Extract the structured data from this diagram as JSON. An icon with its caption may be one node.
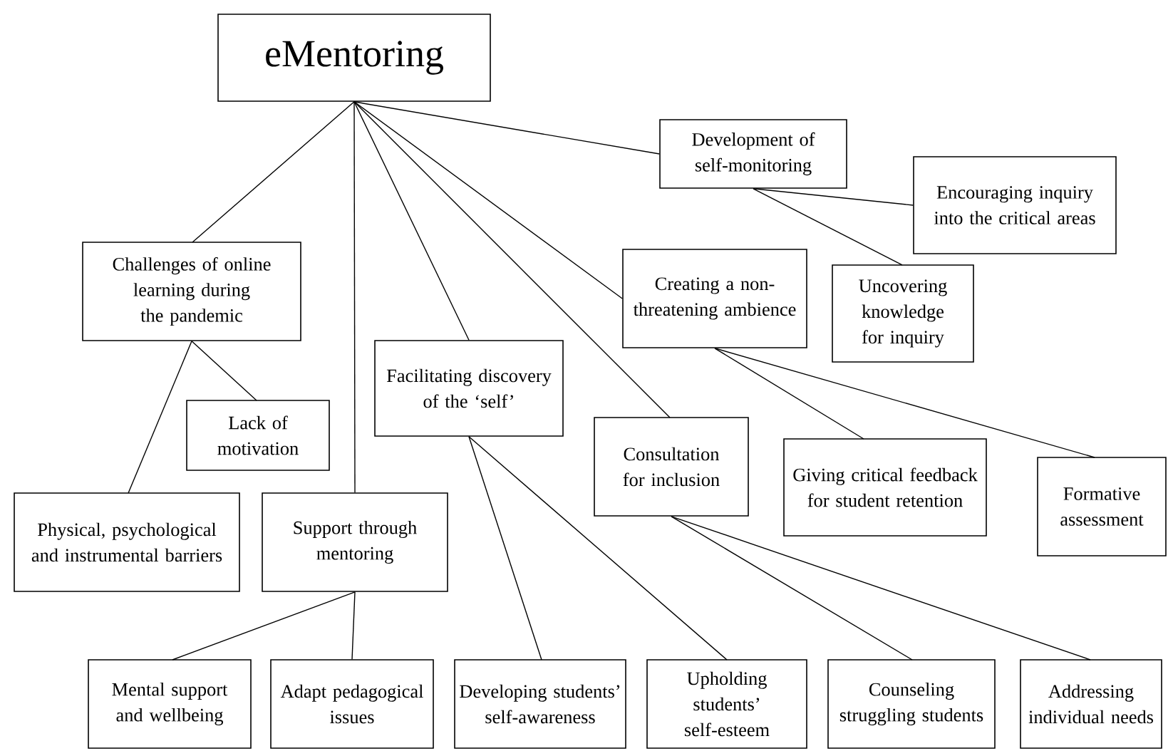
{
  "diagram": {
    "nodes": [
      {
        "text": [
          "eMentoring"
        ]
      },
      {
        "text": [
          "Challenges of online learning during the pandemic"
        ]
      },
      {
        "text": [
          "Lack of motivation"
        ]
      },
      {
        "text": [
          "Physical, psychological and instrumental barriers"
        ]
      },
      {
        "text": [
          "Support through mentoring"
        ]
      },
      {
        "text": [
          "Facilitating discovery of the ‘self’"
        ]
      },
      {
        "text": [
          "Consultation for inclusion"
        ]
      },
      {
        "text": [
          "Creating a non-threatening ambience"
        ]
      },
      {
        "text": [
          "Uncovering knowledge for inquiry"
        ]
      },
      {
        "text": [
          "Development of self-monitoring"
        ]
      },
      {
        "text": [
          "Encouraging inquiry into the critical areas"
        ]
      },
      {
        "text": [
          "Giving critical feedback for student retention"
        ]
      },
      {
        "text": [
          "Formative assessment"
        ]
      },
      {
        "text": [
          "Mental support and wellbeing"
        ]
      },
      {
        "text": [
          "Adapt pedagogical issues"
        ]
      },
      {
        "text": [
          "Developing students’ self-awareness"
        ]
      },
      {
        "text": [
          "Upholding students’ self-esteem"
        ]
      },
      {
        "text": [
          "Counseling struggling students"
        ]
      },
      {
        "text": [
          "Addressing individual needs"
        ]
      }
    ],
    "edges": [
      {
        "from": 0,
        "to": 1,
        "arrow": "none"
      },
      {
        "from": 0,
        "to": 4,
        "arrow": "none"
      },
      {
        "from": 0,
        "to": 5,
        "arrow": "none"
      },
      {
        "from": 0,
        "to": 6,
        "arrow": "none"
      },
      {
        "from": 0,
        "to": 7,
        "arrow": "none"
      },
      {
        "from": 0,
        "to": 9,
        "arrow": "none"
      },
      {
        "from": 1,
        "to": 2,
        "arrow": "none"
      },
      {
        "from": 1,
        "to": 3,
        "arrow": "none"
      },
      {
        "from": 9,
        "to": 10,
        "arrow": "none"
      },
      {
        "from": 9,
        "to": 8,
        "arrow": "none"
      },
      {
        "from": 7,
        "to": 11,
        "arrow": "none"
      },
      {
        "from": 7,
        "to": 12,
        "arrow": "none"
      },
      {
        "from": 6,
        "to": 17,
        "arrow": "none"
      },
      {
        "from": 6,
        "to": 18,
        "arrow": "none"
      },
      {
        "from": 5,
        "to": 15,
        "arrow": "none"
      },
      {
        "from": 5,
        "to": 16,
        "arrow": "none"
      },
      {
        "from": 4,
        "to": 13,
        "arrow": "none"
      },
      {
        "from": 4,
        "to": 14,
        "arrow": "none"
      }
    ]
  }
}
